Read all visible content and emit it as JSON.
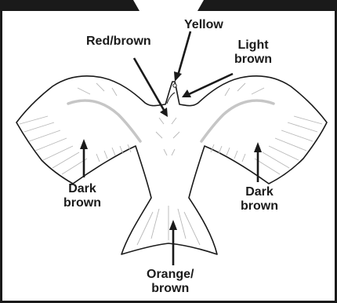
{
  "labels": {
    "beak": "Yellow",
    "head": "Red/brown",
    "face_line1": "Light",
    "face_line2": "brown",
    "left_wing_line1": "Dark",
    "left_wing_line2": "brown",
    "right_wing_line1": "Dark",
    "right_wing_line2": "brown",
    "tail_line1": "Orange/",
    "tail_line2": "brown"
  },
  "colors": {
    "outline": "#1a1a1a",
    "feather_detail": "#b8b8b8",
    "wing_band": "#c6c6c6",
    "arrow": "#1a1a1a"
  }
}
